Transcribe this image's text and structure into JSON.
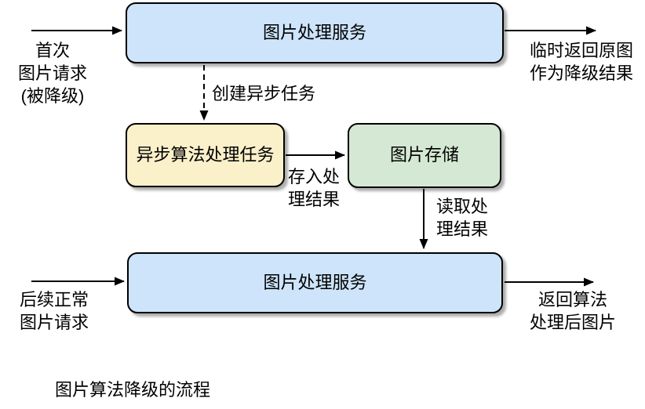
{
  "diagram": {
    "caption": "图片算法降级的流程",
    "colors": {
      "node_blue": "#cde4fa",
      "node_yellow": "#faf0ca",
      "node_green": "#d5e8d4",
      "border": "#000000",
      "arrow": "#000000"
    },
    "nodes": {
      "service_top": {
        "label": "图片处理服务",
        "fill": "#cde4fa"
      },
      "async_task": {
        "label": "异步算法处理任务",
        "fill": "#faf0ca"
      },
      "storage": {
        "label": "图片存储",
        "fill": "#d5e8d4"
      },
      "service_bottom": {
        "label": "图片处理服务",
        "fill": "#cde4fa"
      }
    },
    "edges": {
      "first_request": {
        "label": "首次\n图片请求\n(被降级)",
        "style": "solid"
      },
      "temp_return": {
        "label": "临时返回原图\n作为降级结果",
        "style": "solid"
      },
      "create_async": {
        "label": "创建异步任务",
        "style": "dashed"
      },
      "store_result": {
        "label": "存入处\n理结果",
        "style": "solid"
      },
      "read_result": {
        "label": "读取处\n理结果",
        "style": "solid"
      },
      "normal_request": {
        "label": "后续正常\n图片请求",
        "style": "solid"
      },
      "return_processed": {
        "label": "返回算法\n处理后图片",
        "style": "solid"
      }
    }
  }
}
